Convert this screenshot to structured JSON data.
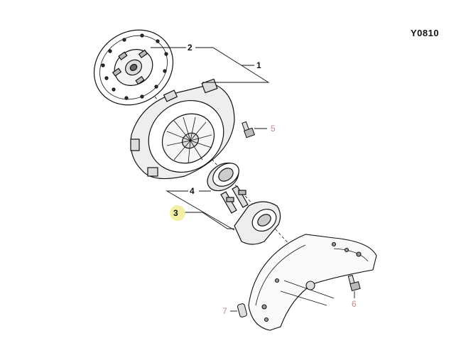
{
  "diagram": {
    "code": "Y0810",
    "callouts": {
      "c1": "1",
      "c2": "2",
      "c3": "3",
      "c4": "4",
      "c5": "5",
      "c6": "6",
      "c7": "7"
    },
    "colors": {
      "line": "#111111",
      "callout_dark": "#111111",
      "callout_light": "#c98a8a",
      "highlight": "#f2ee9a"
    }
  }
}
